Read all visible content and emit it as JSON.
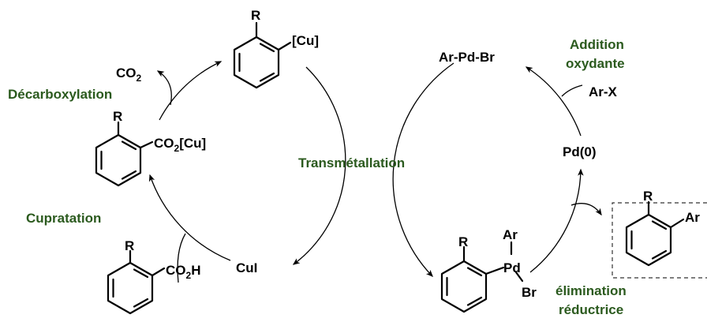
{
  "colors": {
    "label_green": "#2b5a1e",
    "ink": "#000000"
  },
  "species": {
    "r_cu": "R",
    "aryl_cu": "[Cu]",
    "co2": "CO",
    "co2_sub": "2",
    "r_carbox": "R",
    "co2cu_a": "CO",
    "co2cu_sub": "2",
    "co2cu_b": "[Cu]",
    "r_acid": "R",
    "co2h_a": "CO",
    "co2h_sub": "2",
    "co2h_b": "H",
    "cui": "CuI",
    "arpdbr": "Ar-Pd-Br",
    "arx": "Ar-X",
    "pd0": "Pd(0)",
    "r_pd": "R",
    "pd_ar": "Ar",
    "pd": "Pd",
    "pd_br": "Br",
    "r_prod": "R",
    "prod_ar": "Ar"
  },
  "steps": {
    "decarboxylation": "Décarboxylation",
    "cupratation": "Cupratation",
    "transmetallation": "Transmétallation",
    "addition_1": "Addition",
    "addition_2": "oxydante",
    "elimination_1": "élimination",
    "elimination_2": "réductrice"
  }
}
